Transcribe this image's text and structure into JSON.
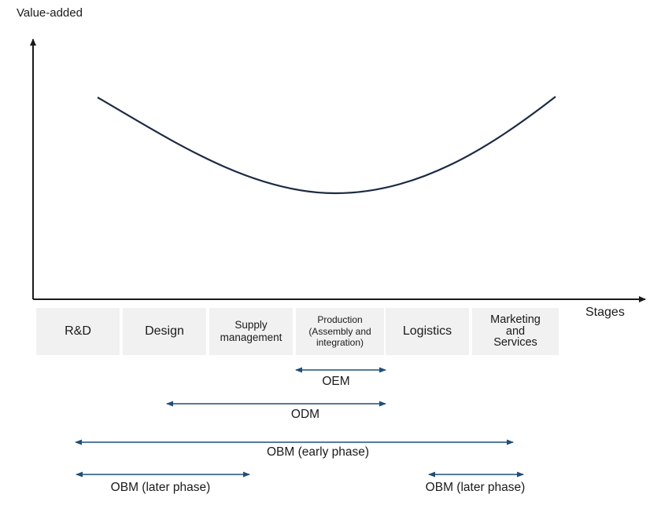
{
  "axes": {
    "y_label": "Value-added",
    "x_label": "Stages"
  },
  "stages": [
    {
      "label": "R&D"
    },
    {
      "label": "Design"
    },
    {
      "label": "Supply\nmanagement"
    },
    {
      "label": "Production\n(Assembly and\nintegration)"
    },
    {
      "label": "Logistics"
    },
    {
      "label": "Marketing\nand\nServices"
    }
  ],
  "ranges": [
    {
      "label": "OEM"
    },
    {
      "label": "ODM"
    },
    {
      "label": "OBM (early phase)"
    },
    {
      "label": "OBM (later phase)"
    },
    {
      "label": "OBM (later phase)"
    }
  ],
  "colors": {
    "curve": "#1d2a44",
    "axis": "#1a1a1a",
    "arrow": "#1f4e79",
    "box": "#f1f1f1"
  }
}
